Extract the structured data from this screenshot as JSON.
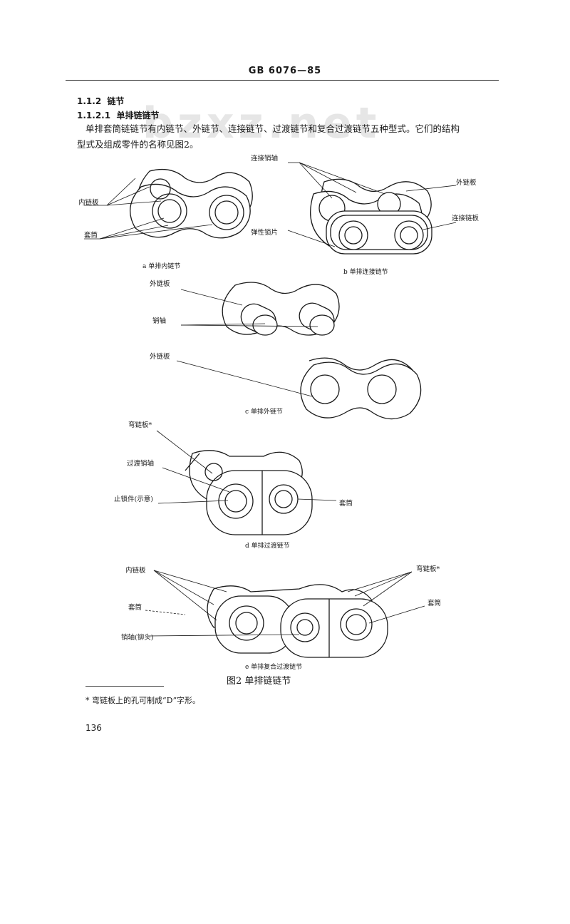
{
  "header": {
    "code": "GB 6076—85"
  },
  "watermark": "bzxz.net",
  "sections": {
    "s1": {
      "num": "1.1.2",
      "title": "链节"
    },
    "s2": {
      "num": "1.1.2.1",
      "title": "单排链链节"
    }
  },
  "paragraph": {
    "line1": "单排套筒链链节有内链节、外链节、连接链节、过渡链节和复合过渡链节五种型式。它们的结构",
    "line2": "型式及组成零件的名称见图2。"
  },
  "figures": {
    "a": {
      "caption": "a 单排内链节",
      "labels": {
        "inner_plate": "内链板",
        "bush": "套筒"
      }
    },
    "b": {
      "caption": "b 单排连接链节",
      "labels": {
        "conn_pin": "连接销轴",
        "outer_plate": "外链板",
        "conn_plate": "连接链板",
        "spring_clip": "弹性锁片"
      }
    },
    "c": {
      "caption": "c 单排外链节",
      "labels": {
        "outer_plate": "外链板",
        "pin": "销轴",
        "outer_plate2": "外链板"
      }
    },
    "d": {
      "caption": "d 单排过渡链节",
      "labels": {
        "bent_plate": "弯链板*",
        "trans_pin": "过渡销轴",
        "fastener": "止锁件(示意)",
        "bush": "套筒"
      }
    },
    "e": {
      "caption": "e 单排复合过渡链节",
      "labels": {
        "inner_plate": "内链板",
        "bush_left": "套筒",
        "pin_rivet": "销轴(铆头)",
        "bent_plate": "弯链板*",
        "bush_right": "套筒"
      }
    }
  },
  "figure_title": "图2  单排链链节",
  "footnote": "* 弯链板上的孔可制成“D”字形。",
  "page_number": "136"
}
